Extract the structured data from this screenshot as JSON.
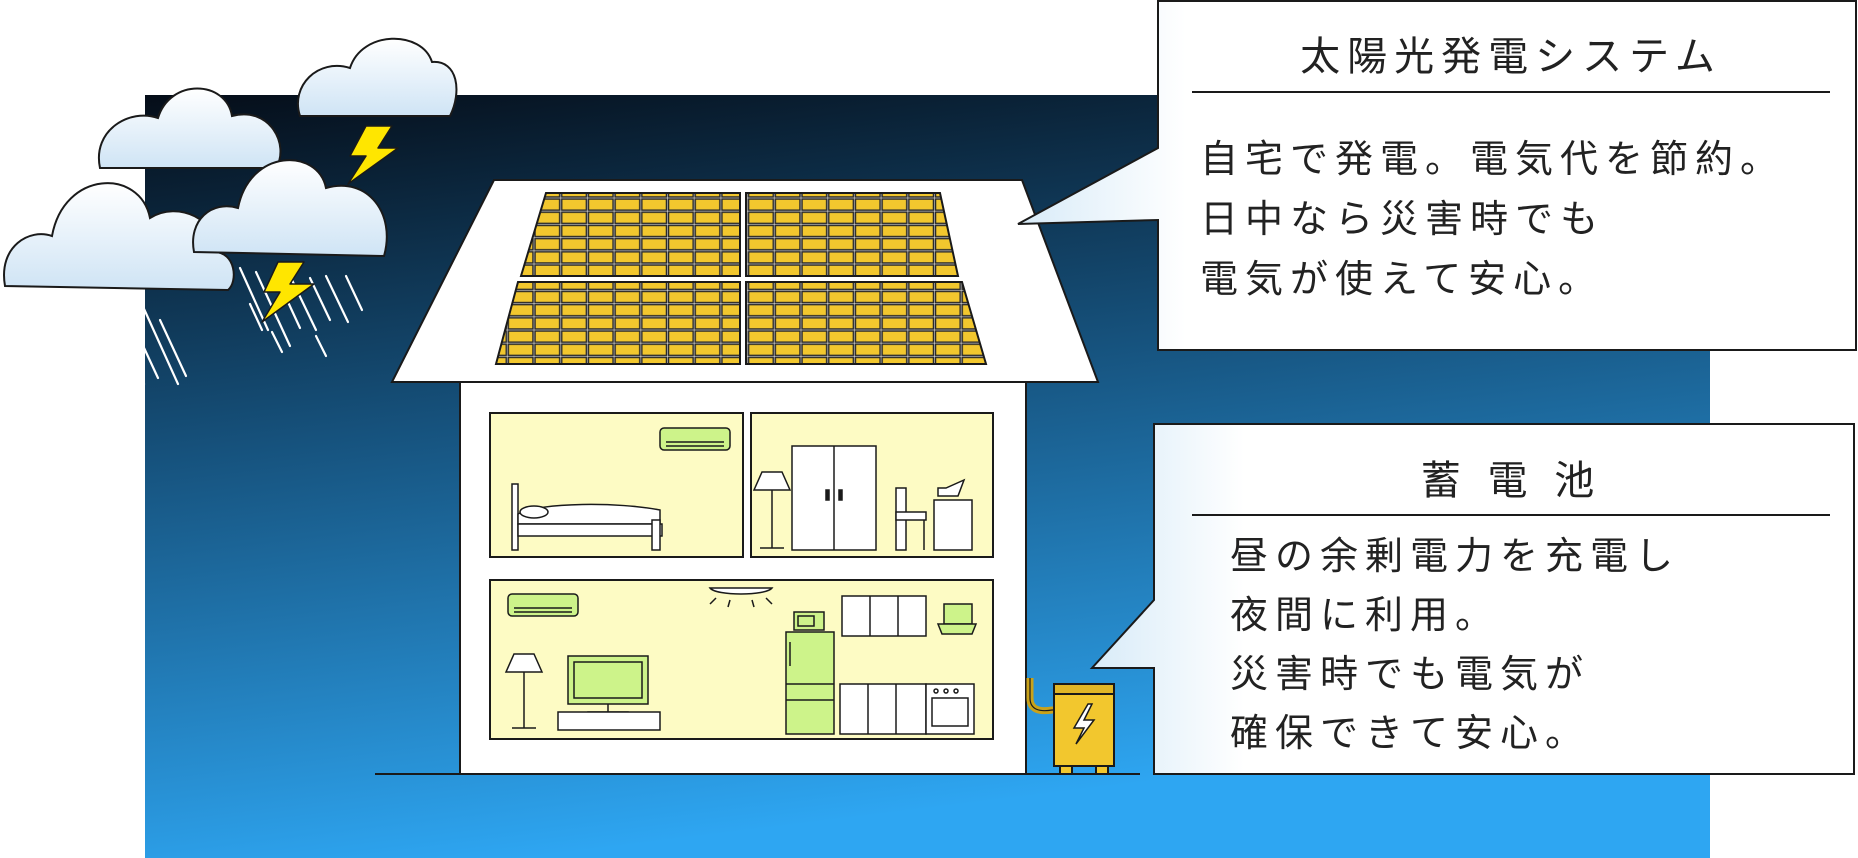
{
  "colors": {
    "sky_top": "#050d18",
    "sky_bottom": "#2ea6f2",
    "panel": "#f2c72e",
    "room": "#fdfbc4",
    "appliance": "#cdf38a",
    "bolt": "#ffe600",
    "battery": "#f2c72e"
  },
  "icons": [
    "storm-cloud-icon",
    "lightning-bolt-icon",
    "rain-icon",
    "solar-panel-icon",
    "bed-icon",
    "air-conditioner-icon",
    "floor-lamp-icon",
    "wardrobe-icon",
    "desk-chair-icon",
    "tv-icon",
    "ceiling-light-icon",
    "microwave-icon",
    "refrigerator-icon",
    "kitchen-cabinet-icon",
    "oven-icon",
    "battery-icon"
  ],
  "solar_callout": {
    "title": "太陽光発電システム",
    "lines": [
      "自宅で発電。電気代を節約。",
      "日中なら災害時でも",
      "電気が使えて安心。"
    ]
  },
  "battery_callout": {
    "title": "蓄 電 池",
    "lines": [
      "昼の余剰電力を充電し",
      "夜間に利用。",
      "災害時でも電気が",
      "確保できて安心。"
    ]
  }
}
